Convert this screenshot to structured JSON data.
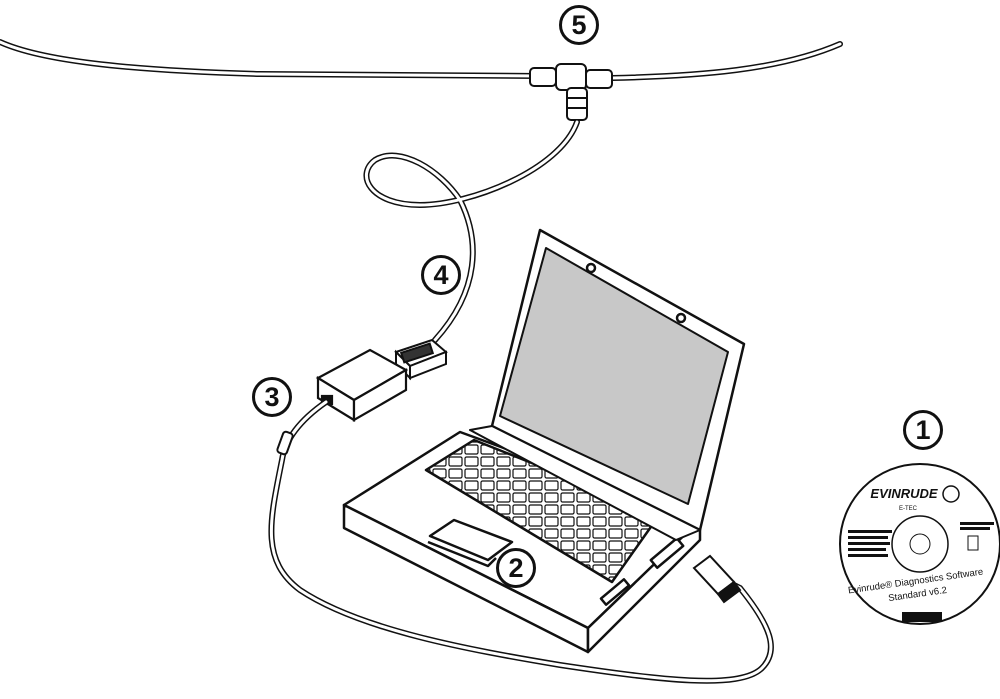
{
  "callouts": [
    {
      "id": "1",
      "label": "1",
      "part": "Diagnostics software CD"
    },
    {
      "id": "2",
      "label": "2",
      "part": "Laptop computer"
    },
    {
      "id": "3",
      "label": "3",
      "part": "Interface module"
    },
    {
      "id": "4",
      "label": "4",
      "part": "Serial cable"
    },
    {
      "id": "5",
      "label": "5",
      "part": "Network T-connector"
    }
  ],
  "cd": {
    "brand": "EVINRUDE",
    "subbrand": "E-TEC",
    "title_line1": "Evinrude® Diagnostics Software",
    "title_line2": "Standard v6.2"
  },
  "colors": {
    "line": "#111111",
    "screen": "#c8c8c8",
    "body": "#ffffff"
  }
}
